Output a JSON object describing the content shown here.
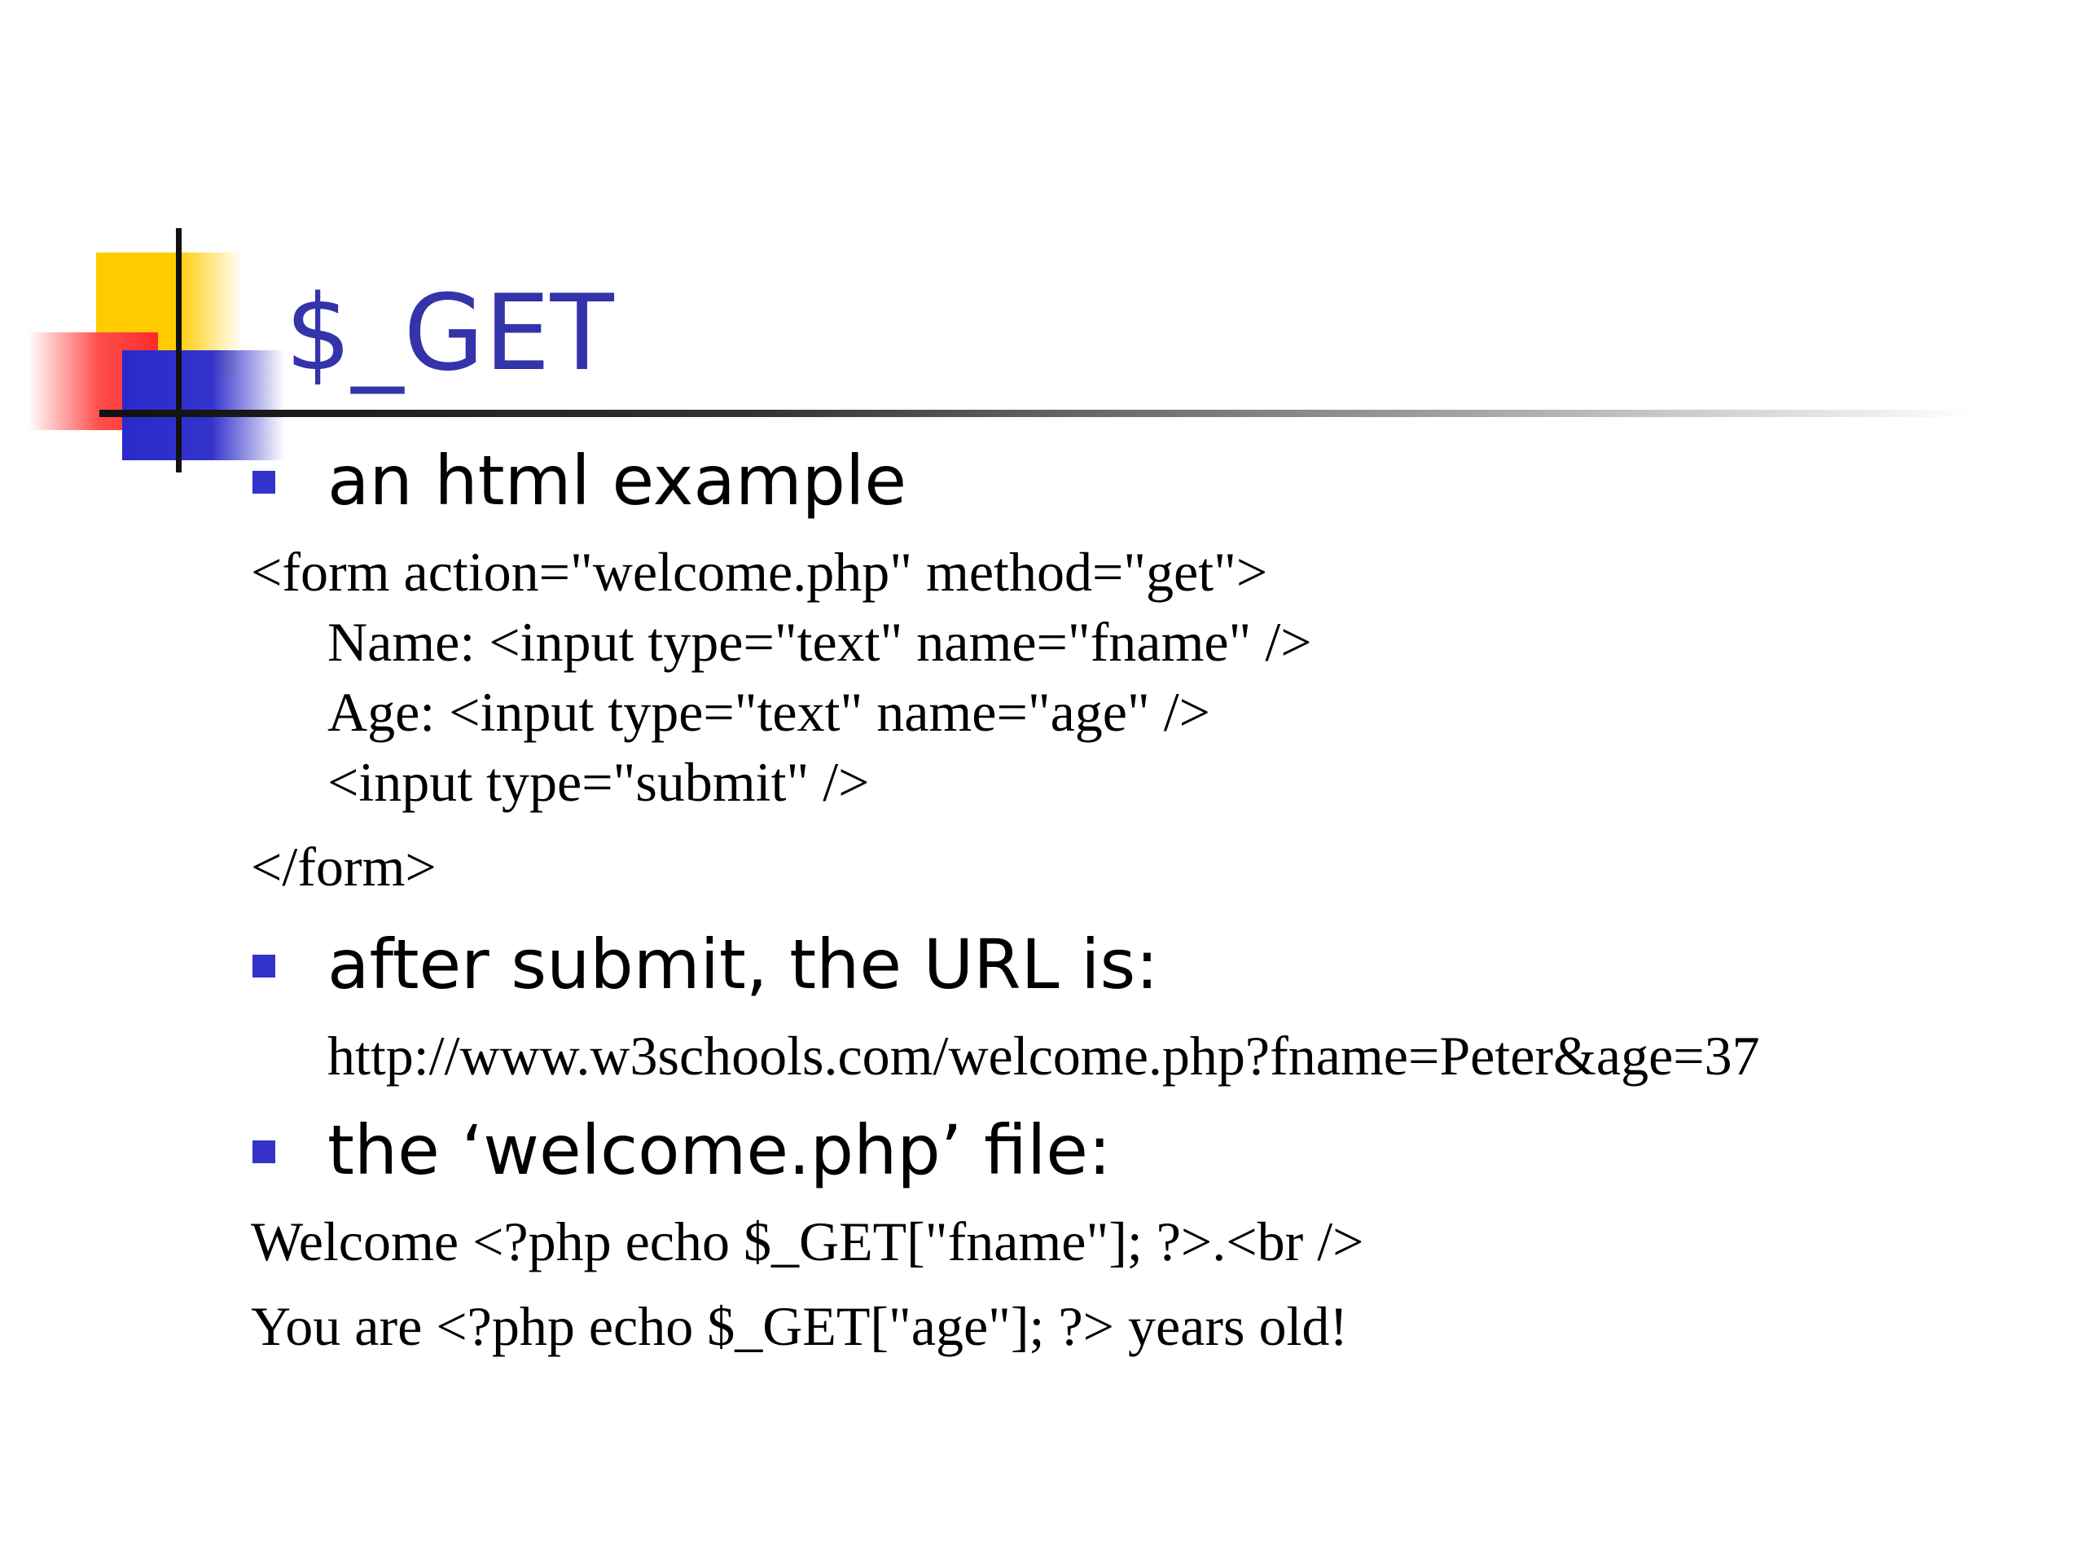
{
  "slide": {
    "title": "$_GET",
    "colors": {
      "title": "#3333aa",
      "bullet": "#3333cc",
      "deco_yellow": "#ffcc00",
      "deco_red": "#ff2a2a",
      "deco_blue": "#3333cc"
    },
    "section1": {
      "heading": "an html example",
      "code_lines": [
        "<form action=\"welcome.php\" method=\"get\">",
        "Name: <input type=\"text\" name=\"fname\" />",
        "Age: <input type=\"text\" name=\"age\" />",
        "<input type=\"submit\" />",
        "</form>"
      ]
    },
    "section2": {
      "heading": "after submit, the URL is:",
      "url": "http://www.w3schools.com/welcome.php?fname=Peter&age=37"
    },
    "section3": {
      "heading": "the ‘welcome.php’ file:",
      "code_lines": [
        "Welcome <?php echo $_GET[\"fname\"]; ?>.<br />",
        "You are <?php echo $_GET[\"age\"]; ?> years old!"
      ]
    }
  }
}
